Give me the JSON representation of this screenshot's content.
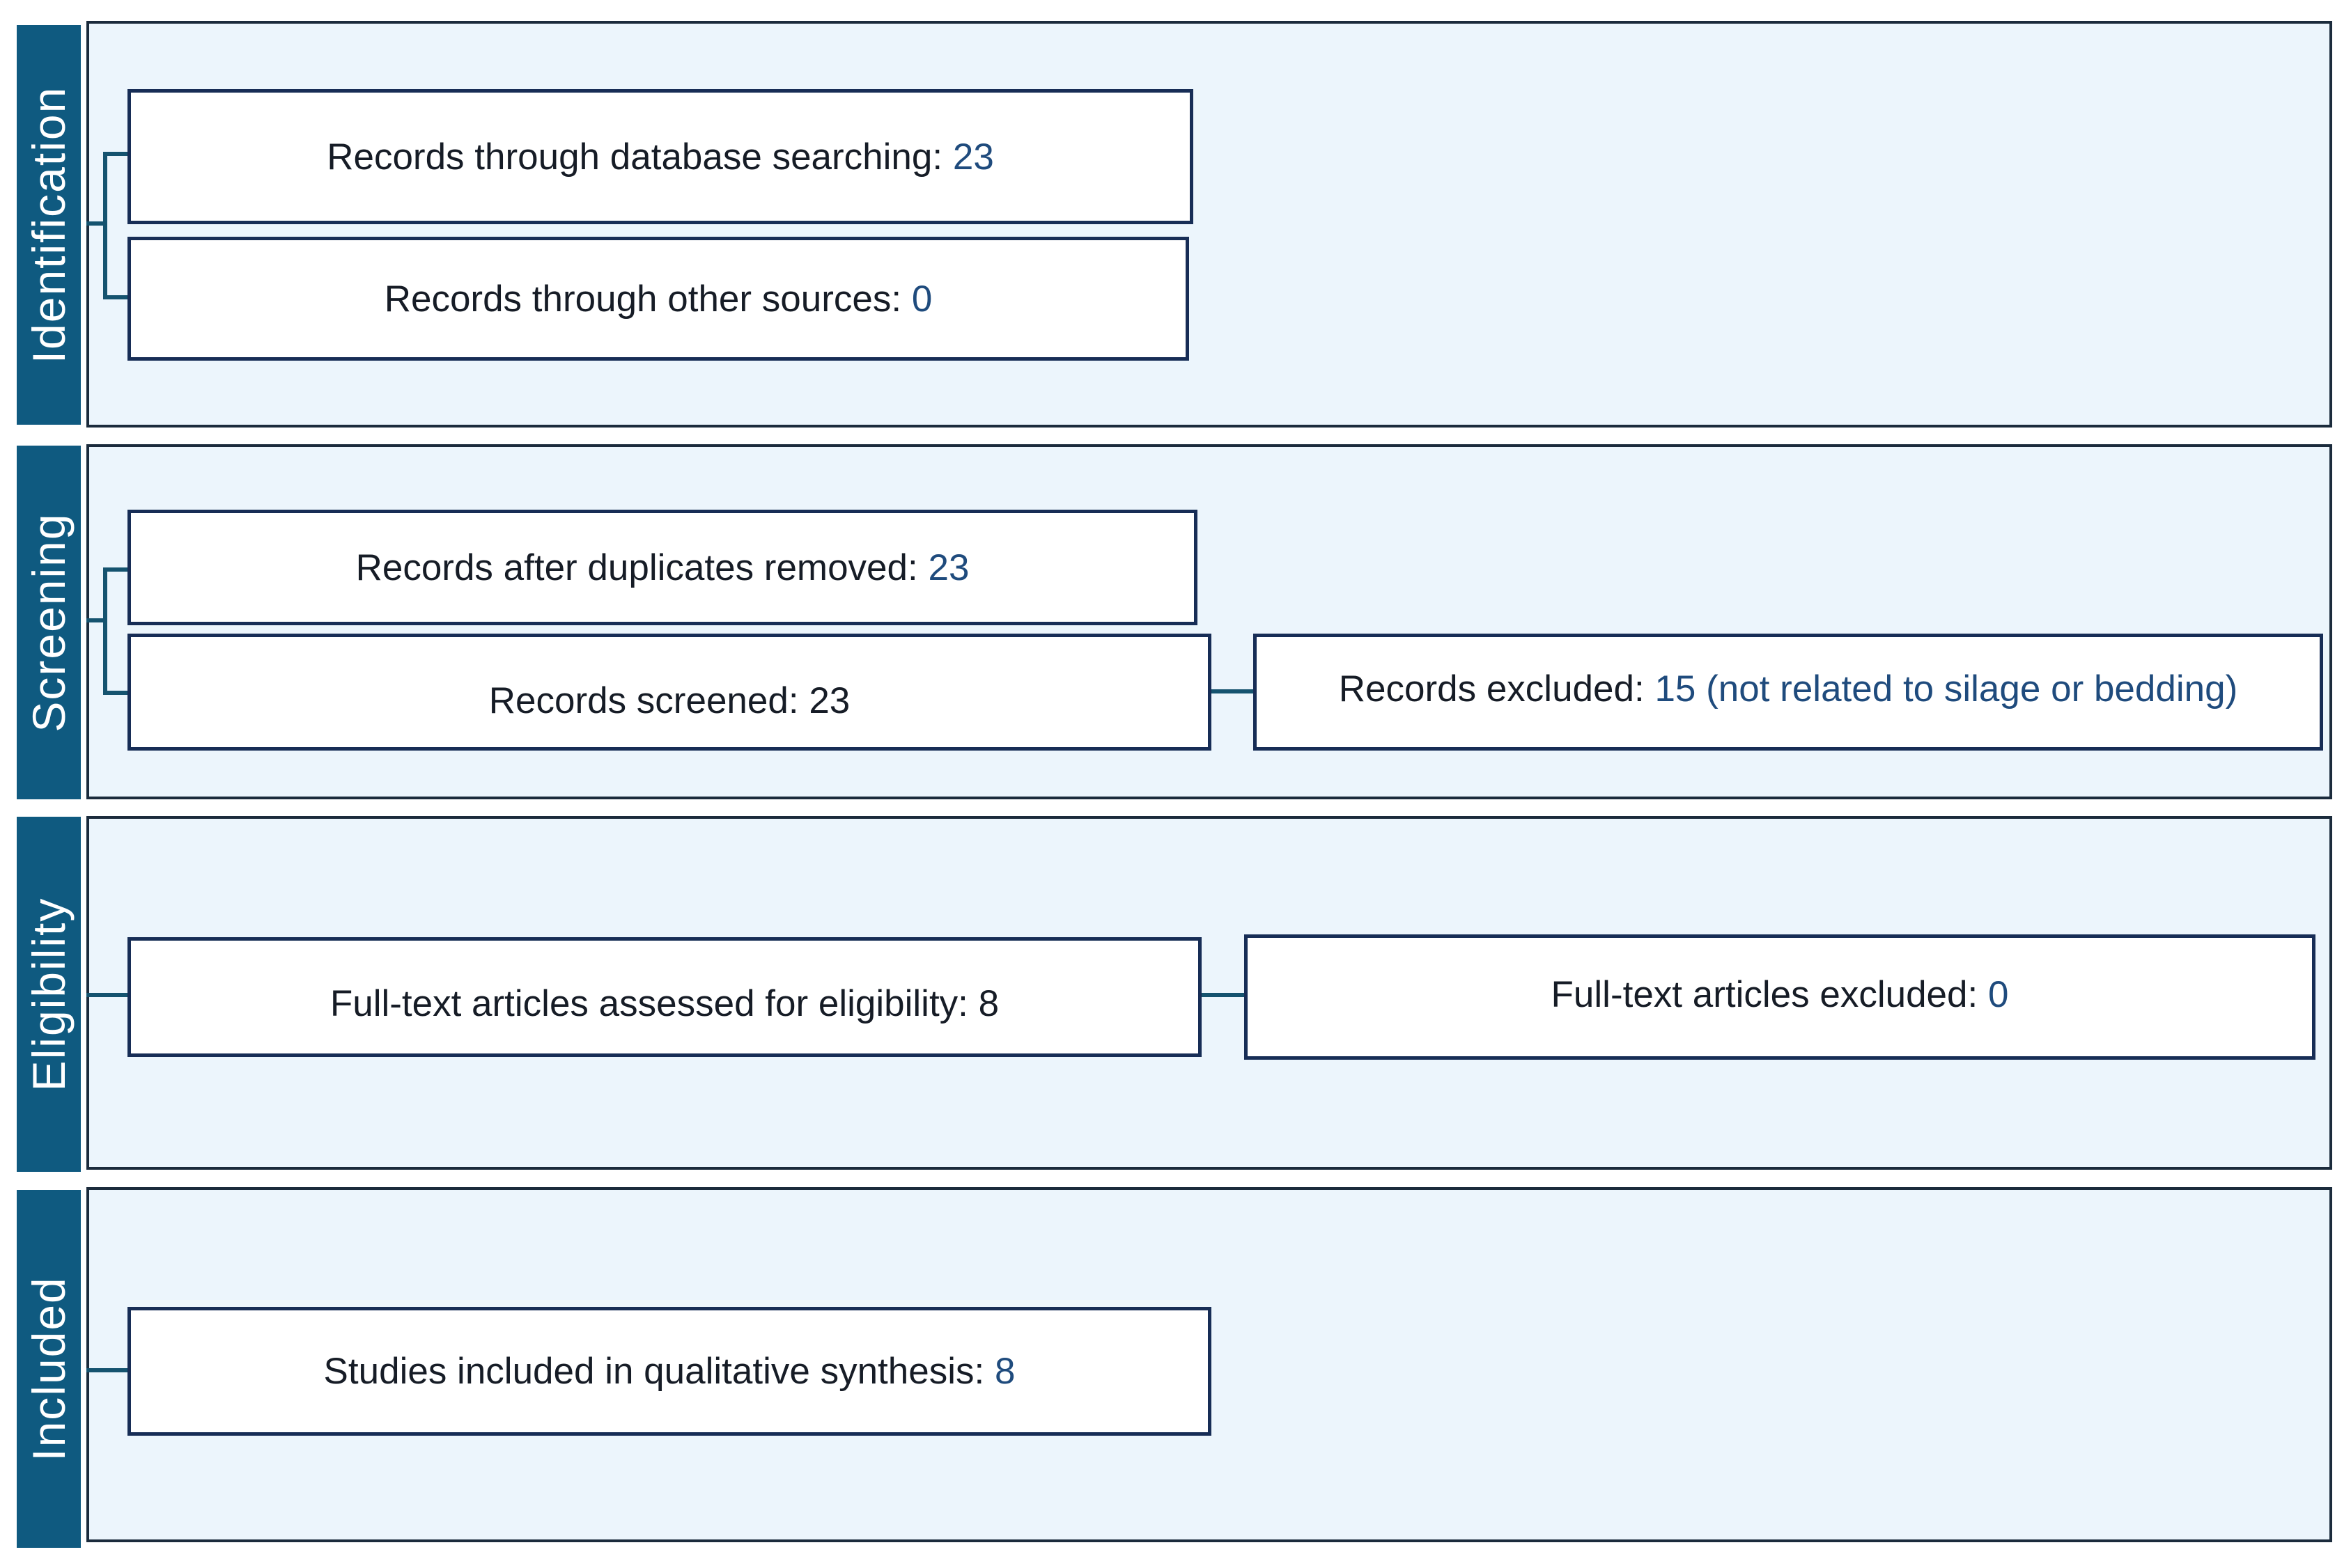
{
  "colors": {
    "stage_band": "#0f5a80",
    "panel_background": "#ecf5fc",
    "box_border": "#172d56",
    "count_text": "#1f4b7d",
    "connector": "#15536f"
  },
  "stages": {
    "identification": "Identification",
    "screening": "Screening",
    "eligibility": "Eligibility",
    "included": "Included"
  },
  "boxes": {
    "database_searching": {
      "label": "Records through database searching:",
      "value": "23"
    },
    "other_sources": {
      "label": "Records through other sources:",
      "value": "0"
    },
    "after_duplicates": {
      "label": "Records after duplicates removed:",
      "value": "23"
    },
    "screened": {
      "label": "Records screened:",
      "value": "23"
    },
    "excluded": {
      "label": "Records excluded:",
      "value": "15 (not related to silage or bedding)"
    },
    "fulltext_assessed": {
      "label": "Full-text articles assessed for eligibility:",
      "value": "8"
    },
    "fulltext_excluded": {
      "label": "Full-text articles excluded:",
      "value": "0"
    },
    "included": {
      "label": "Studies included in qualitative synthesis:",
      "value": "8"
    }
  }
}
